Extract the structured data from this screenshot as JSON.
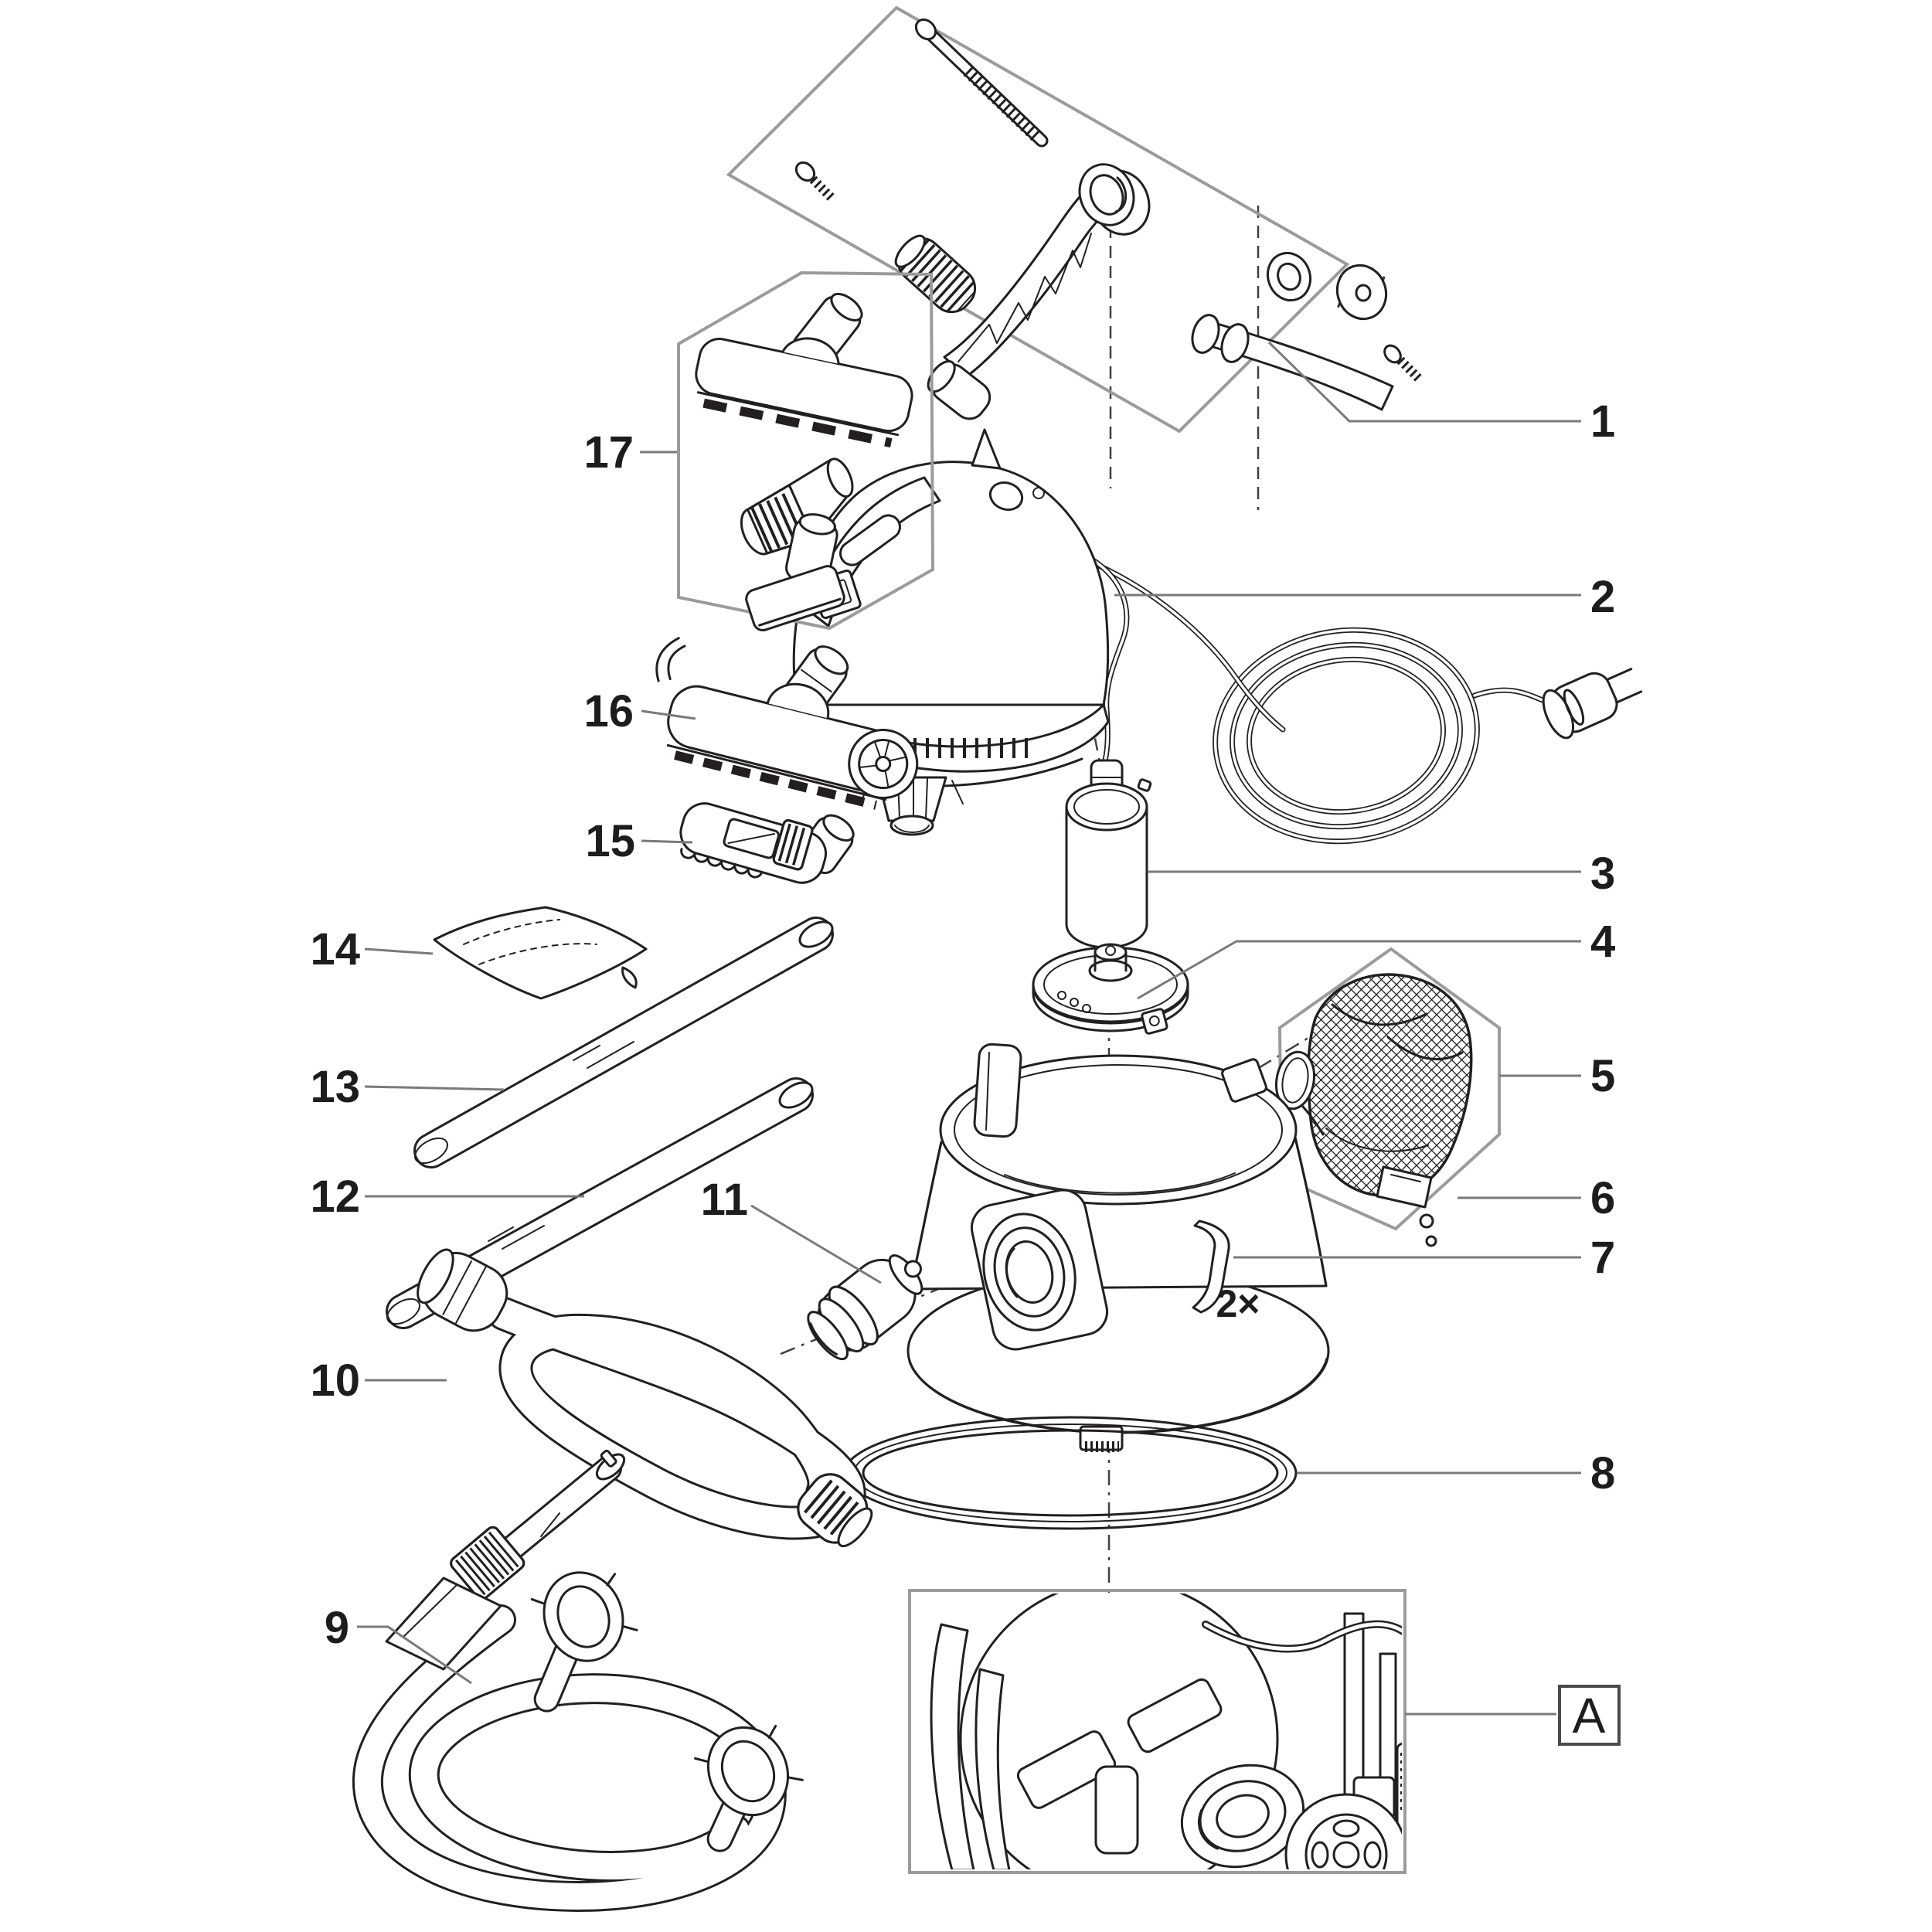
{
  "diagram": {
    "kind": "exploded-parts-diagram",
    "background": "#ffffff",
    "colors": {
      "ink": "#231f20",
      "frame_gray": "#9b9b9b",
      "leader_gray": "#7a7a7a",
      "label_text": "#1d1d1d"
    }
  },
  "callouts": [
    {
      "number": "1",
      "part": "handle-assembly"
    },
    {
      "number": "2",
      "part": "motor-head-with-power-cord"
    },
    {
      "number": "3",
      "part": "foam-filter-cartridge"
    },
    {
      "number": "4",
      "part": "filter-plate"
    },
    {
      "number": "5",
      "part": "collection-net-bag"
    },
    {
      "number": "6",
      "part": "latch"
    },
    {
      "number": "7",
      "part": "clip"
    },
    {
      "number": "8",
      "part": "sealing-ring"
    },
    {
      "number": "9",
      "part": "discharge-hose-with-flat-nozzle"
    },
    {
      "number": "10",
      "part": "suction-hose"
    },
    {
      "number": "11",
      "part": "hose-connector"
    },
    {
      "number": "12",
      "part": "extension-tube"
    },
    {
      "number": "13",
      "part": "extension-tube"
    },
    {
      "number": "14",
      "part": "filter-cloth"
    },
    {
      "number": "15",
      "part": "small-turbo-nozzle"
    },
    {
      "number": "16",
      "part": "floor-turbo-nozzle"
    },
    {
      "number": "17",
      "part": "accessory-nozzle-set"
    }
  ],
  "annotations": {
    "quantity_note": "2×",
    "detail_label": "A"
  }
}
